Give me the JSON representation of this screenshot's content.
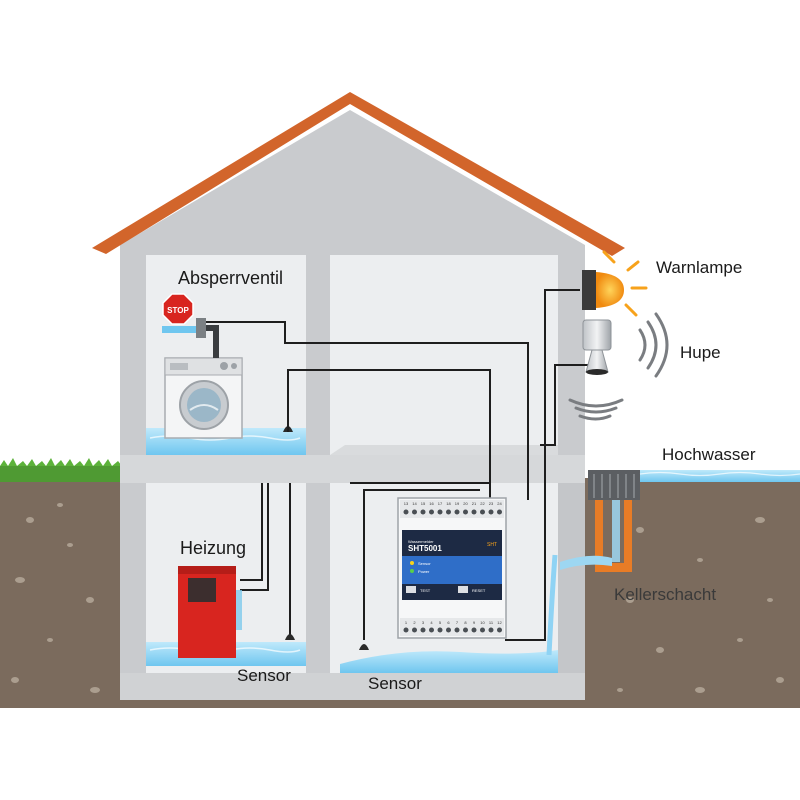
{
  "labels": {
    "absperrventil": "Absperrventil",
    "heizung": "Heizung",
    "sensor_left": "Sensor",
    "sensor_right": "Sensor",
    "warnlampe": "Warnlampe",
    "hupe": "Hupe",
    "hochwasser": "Hochwasser",
    "kellerschacht": "Kellerschacht"
  },
  "stop_sign": {
    "text": "STOP"
  },
  "device": {
    "model": "SHT5001",
    "title": "Wassermelder",
    "brand": "SHT",
    "indicator_1": "Sensor",
    "indicator_2": "Power",
    "button_1": "TEST",
    "button_2": "RESET",
    "top_terminals": [
      "13",
      "14",
      "15",
      "16",
      "17",
      "18",
      "19",
      "20",
      "21",
      "22",
      "23",
      "24"
    ],
    "bottom_terminals": [
      "1",
      "2",
      "3",
      "4",
      "5",
      "6",
      "7",
      "8",
      "9",
      "10",
      "11",
      "12"
    ]
  },
  "colors": {
    "roof": "#d2652b",
    "wall": "#cfd1d4",
    "room": "#eceef0",
    "ground": "#7a6a5c",
    "grass": "#5aa83a",
    "water": "#8fd3f4",
    "heater": "#d8251f",
    "lamp": "#f7a21b",
    "shaft": "#e87c26",
    "cable": "#1e1e1e"
  },
  "icons": [
    "stop-sign-icon",
    "washing-machine-icon",
    "faucet-icon",
    "heater-icon",
    "warning-lamp-icon",
    "horn-icon",
    "sound-waves-icon",
    "water-sensor-icon",
    "alarm-device-icon"
  ]
}
